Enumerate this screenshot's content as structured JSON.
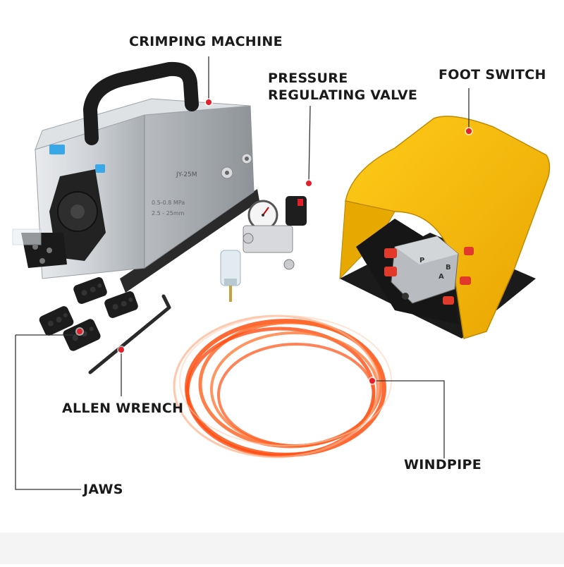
{
  "labels": {
    "crimping_machine": "CRIMPING MACHINE",
    "pressure_valve_line1": "PRESSURE",
    "pressure_valve_line2": "REGULATING VALVE",
    "foot_switch": "FOOT SWITCH",
    "allen_wrench": "ALLEN WRENCH",
    "jaws": "JAWS",
    "windpipe": "WINDPIPE"
  },
  "machine_panel": {
    "model": "JY-25M",
    "spec_1": "0.5-0.8 MPa",
    "spec_2": "2.5 - 25mm"
  },
  "valve_ports": {
    "port_p": "P",
    "port_a": "A",
    "port_b": "B"
  },
  "colors": {
    "marker_dot": "#e1202c",
    "leader_line": "#333333",
    "foot_switch_yellow": "#f5b800",
    "windpipe_orange": "#ff5a1f",
    "machine_body": "#c9ccd0"
  }
}
